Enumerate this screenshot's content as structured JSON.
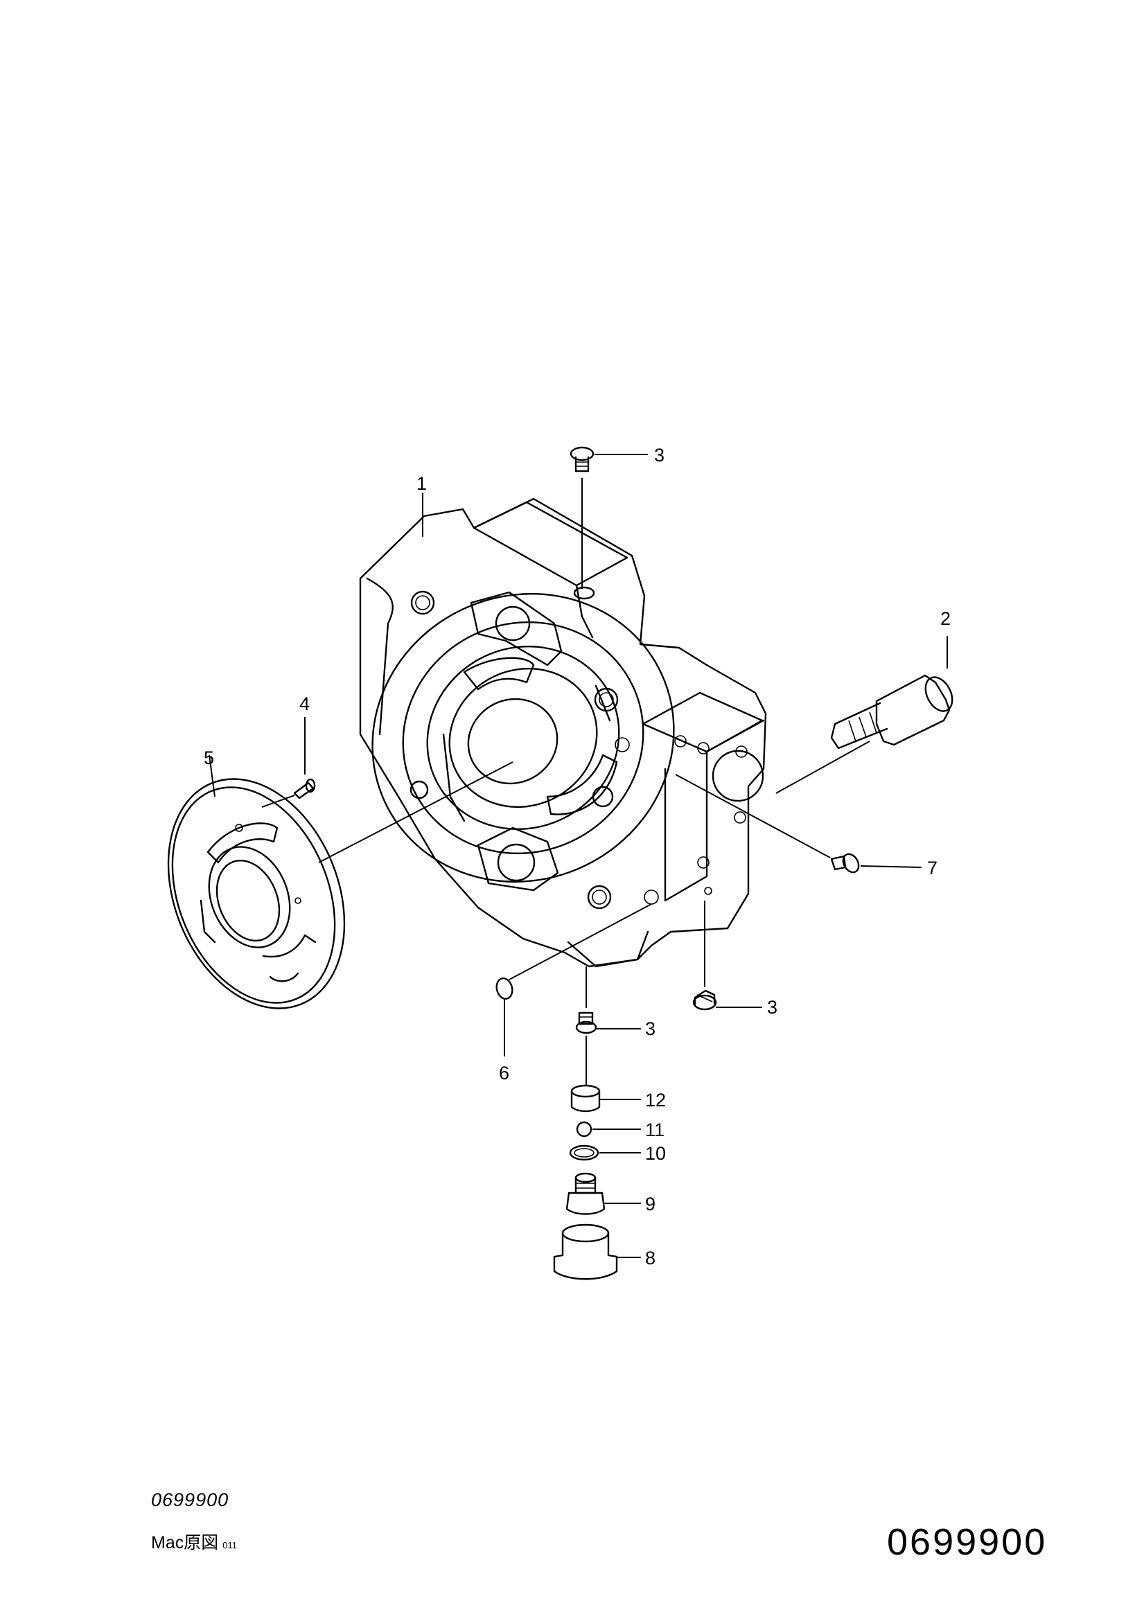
{
  "document": {
    "figure_code": "0699900",
    "source_note": "Mac原図",
    "revision": "011",
    "figure_number": "0699900"
  },
  "callouts": [
    "1",
    "2",
    "3",
    "4",
    "5",
    "6",
    "7",
    "8",
    "9",
    "10",
    "11",
    "12"
  ]
}
